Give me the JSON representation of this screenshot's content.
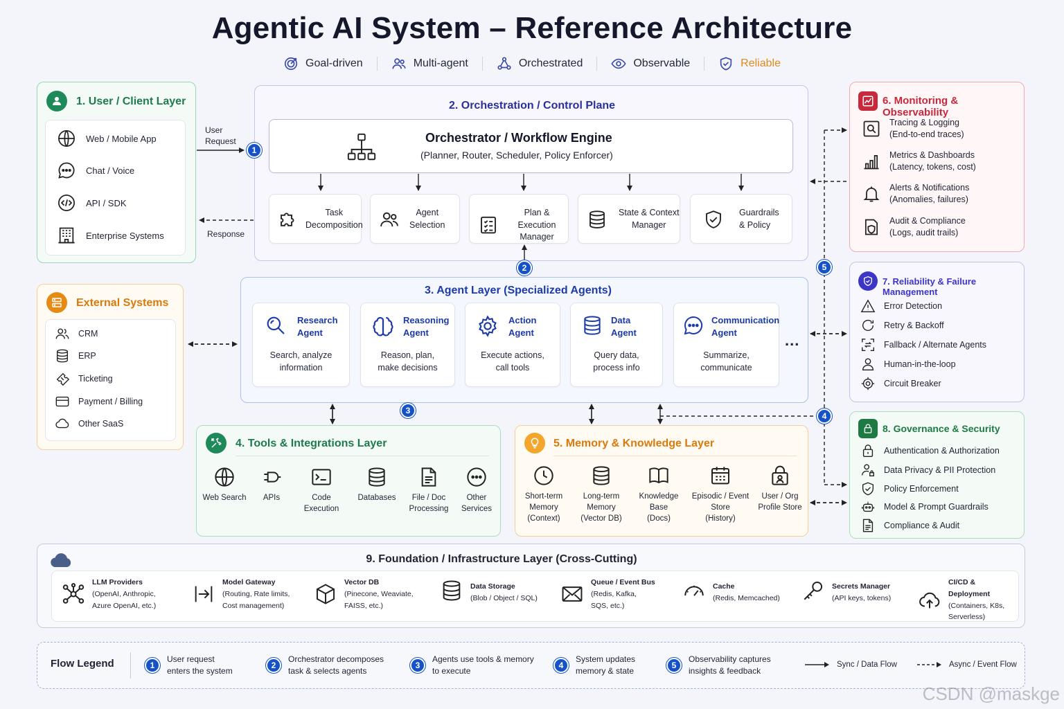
{
  "title": "Agentic AI System – Reference Architecture",
  "tags": [
    {
      "label": "Goal-driven",
      "icon": "target-icon"
    },
    {
      "label": "Multi-agent",
      "icon": "users-icon"
    },
    {
      "label": "Orchestrated",
      "icon": "network-icon"
    },
    {
      "label": "Observable",
      "icon": "eye-icon"
    },
    {
      "label": "Reliable",
      "icon": "shield-check-icon",
      "color": "#e08a1e"
    }
  ],
  "user_layer": {
    "title": "1. User / Client Layer",
    "items": [
      "Web / Mobile App",
      "Chat / Voice",
      "API / SDK",
      "Enterprise Systems"
    ]
  },
  "external_systems": {
    "title": "External Systems",
    "items": [
      "CRM",
      "ERP",
      "Ticketing",
      "Payment / Billing",
      "Other SaaS"
    ]
  },
  "flow_labels": {
    "user_request": "User\nRequest",
    "response": "Response"
  },
  "orchestration": {
    "title": "2. Orchestration / Control Plane",
    "engine_title": "Orchestrator / Workflow Engine",
    "engine_subtitle": "(Planner, Router, Scheduler, Policy Enforcer)",
    "modules": [
      {
        "label": "Task\nDecomposition"
      },
      {
        "label": "Agent\nSelection"
      },
      {
        "label": "Plan & Execution\nManager"
      },
      {
        "label": "State & Context\nManager"
      },
      {
        "label": "Guardrails\n& Policy"
      }
    ]
  },
  "agent_layer": {
    "title": "3. Agent Layer (Specialized Agents)",
    "agents": [
      {
        "name": "Research\nAgent",
        "desc": "Search, analyze\ninformation"
      },
      {
        "name": "Reasoning\nAgent",
        "desc": "Reason, plan,\nmake decisions"
      },
      {
        "name": "Action\nAgent",
        "desc": "Execute actions,\ncall tools"
      },
      {
        "name": "Data\nAgent",
        "desc": "Query data,\nprocess info"
      },
      {
        "name": "Communication\nAgent",
        "desc": "Summarize,\ncommunicate"
      }
    ],
    "more": "..."
  },
  "tools_layer": {
    "title": "4. Tools & Integrations Layer",
    "items": [
      "Web Search",
      "APIs",
      "Code\nExecution",
      "Databases",
      "File / Doc\nProcessing",
      "Other\nServices"
    ]
  },
  "memory_layer": {
    "title": "5. Memory & Knowledge Layer",
    "items": [
      "Short-term\nMemory\n(Context)",
      "Long-term\nMemory\n(Vector DB)",
      "Knowledge\nBase\n(Docs)",
      "Episodic / Event\nStore\n(History)",
      "User / Org\nProfile Store"
    ]
  },
  "monitoring": {
    "title": "6. Monitoring & Observability",
    "items": [
      {
        "label": "Tracing & Logging",
        "sub": "(End-to-end traces)"
      },
      {
        "label": "Metrics & Dashboards",
        "sub": "(Latency, tokens, cost)"
      },
      {
        "label": "Alerts & Notifications",
        "sub": "(Anomalies, failures)"
      },
      {
        "label": "Audit & Compliance",
        "sub": "(Logs, audit trails)"
      }
    ]
  },
  "reliability": {
    "title": "7. Reliability & Failure Management",
    "items": [
      "Error Detection",
      "Retry & Backoff",
      "Fallback / Alternate Agents",
      "Human-in-the-loop",
      "Circuit Breaker"
    ]
  },
  "governance": {
    "title": "8. Governance & Security",
    "items": [
      "Authentication & Authorization",
      "Data Privacy & PII Protection",
      "Policy Enforcement",
      "Model & Prompt Guardrails",
      "Compliance & Audit"
    ]
  },
  "foundation": {
    "title": "9. Foundation / Infrastructure Layer (Cross-Cutting)",
    "items": [
      {
        "name": "LLM Providers",
        "desc": "(OpenAI, Anthropic,\nAzure OpenAI, etc.)"
      },
      {
        "name": "Model Gateway",
        "desc": "(Routing, Rate limits,\nCost management)"
      },
      {
        "name": "Vector DB",
        "desc": "(Pinecone, Weaviate,\nFAISS, etc.)"
      },
      {
        "name": "Data Storage",
        "desc": "(Blob / Object / SQL)"
      },
      {
        "name": "Queue / Event Bus",
        "desc": "(Redis, Kafka,\nSQS, etc.)"
      },
      {
        "name": "Cache",
        "desc": "(Redis, Memcached)"
      },
      {
        "name": "Secrets Manager",
        "desc": "(API keys, tokens)"
      },
      {
        "name": "CI/CD & Deployment",
        "desc": "(Containers, K8s,\nServerless)"
      }
    ]
  },
  "legend": {
    "title": "Flow Legend",
    "steps": [
      {
        "num": "1",
        "text": "User request\nenters the system"
      },
      {
        "num": "2",
        "text": "Orchestrator decomposes\ntask & selects agents"
      },
      {
        "num": "3",
        "text": "Agents use tools & memory\nto execute"
      },
      {
        "num": "4",
        "text": "System updates\nmemory & state"
      },
      {
        "num": "5",
        "text": "Observability captures\ninsights & feedback"
      }
    ],
    "sync": "Sync / Data Flow",
    "async": "Async / Event Flow"
  },
  "badges": [
    "1",
    "2",
    "3",
    "4",
    "5"
  ],
  "watermark": "CSDN @maskge",
  "colors": {
    "green": "#1e8a5a",
    "orange": "#e58a14",
    "blue": "#1c3aa8",
    "badge": "#1552c9",
    "red": "#c8283b",
    "purple": "#3b35c8",
    "gov_green": "#1e7a43"
  }
}
